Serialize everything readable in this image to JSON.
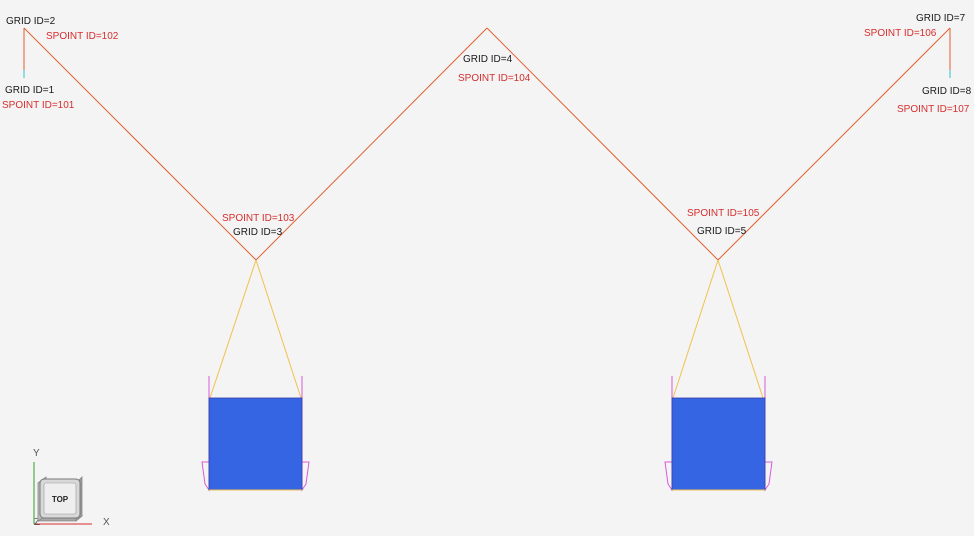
{
  "colors": {
    "background": "#f4f4f4",
    "cable": "#e0602f",
    "sling": "#f2c14e",
    "mass_fill": "#3565e3",
    "mass_edge": "#3a3aa8",
    "support_edge": "#d65bd6",
    "grid_label": "#1a1a1a",
    "spoint_label": "#d62e2e",
    "grid_marker": "#27c9c9"
  },
  "nodes": [
    {
      "grid": "GRID ID=1",
      "spoint": "SPOINT ID=101"
    },
    {
      "grid": "GRID ID=2",
      "spoint": "SPOINT ID=102"
    },
    {
      "grid": "GRID ID=3",
      "spoint": "SPOINT ID=103"
    },
    {
      "grid": "GRID ID=4",
      "spoint": "SPOINT ID=104"
    },
    {
      "grid": "GRID ID=5",
      "spoint": "SPOINT ID=105"
    },
    {
      "grid": "GRID ID=7",
      "spoint": "SPOINT ID=106"
    },
    {
      "grid": "GRID ID=8",
      "spoint": "SPOINT ID=107"
    }
  ],
  "masses": [
    {
      "attached_to": "GRID ID=3"
    },
    {
      "attached_to": "GRID ID=5"
    }
  ],
  "view_cube": {
    "face_label": "TOP",
    "axis_x": "X",
    "axis_y": "Y",
    "axis_z": "Z"
  }
}
